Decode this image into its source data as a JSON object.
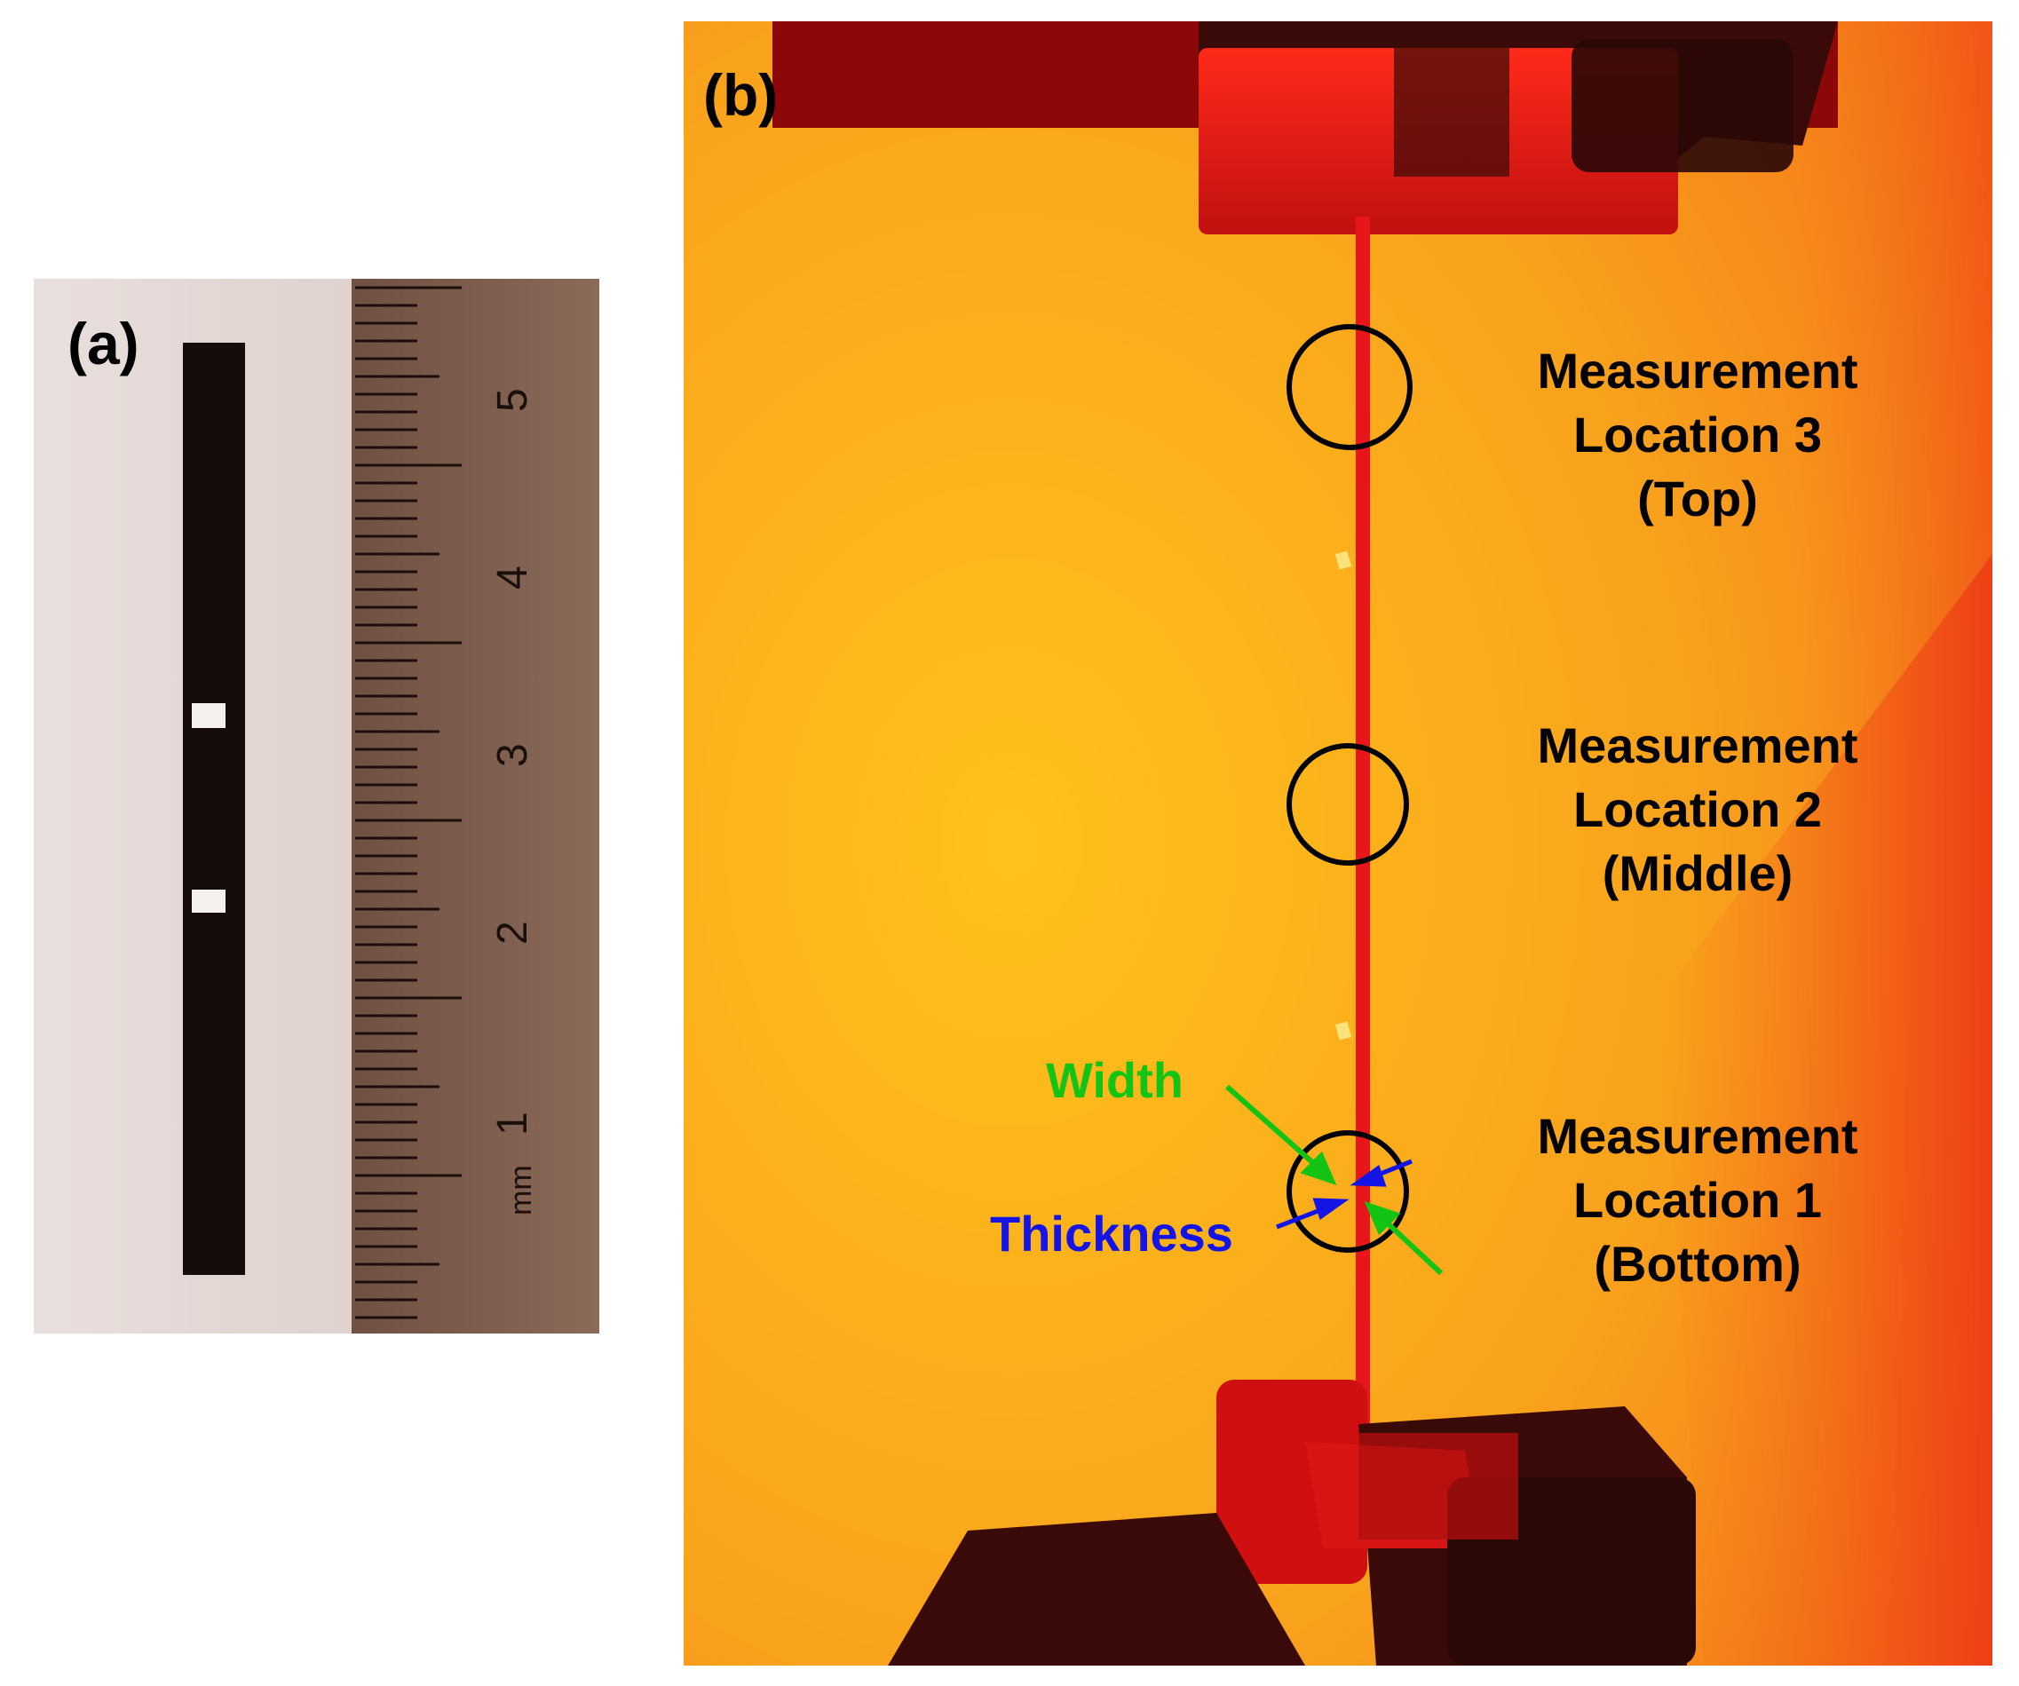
{
  "panel_a": {
    "letter": "(a)",
    "ruler_numbers": [
      "5",
      "4",
      "3",
      "2",
      "1"
    ],
    "ruler_unit": "mm"
  },
  "panel_b": {
    "letter": "(b)",
    "locations": [
      {
        "line1": "Measurement",
        "line2": "Location 3",
        "line3": "(Top)"
      },
      {
        "line1": "Measurement",
        "line2": "Location 2",
        "line3": "(Middle)"
      },
      {
        "line1": "Measurement",
        "line2": "Location 1",
        "line3": "(Bottom)"
      }
    ],
    "width_label": "Width",
    "thickness_label": "Thickness"
  },
  "colors": {
    "width_arrow": "#14c414",
    "thickness_arrow": "#1414e6",
    "background_orange": "#f7a21a",
    "specimen_red": "#e8151a",
    "ruler_brown": "#7a5a48"
  }
}
